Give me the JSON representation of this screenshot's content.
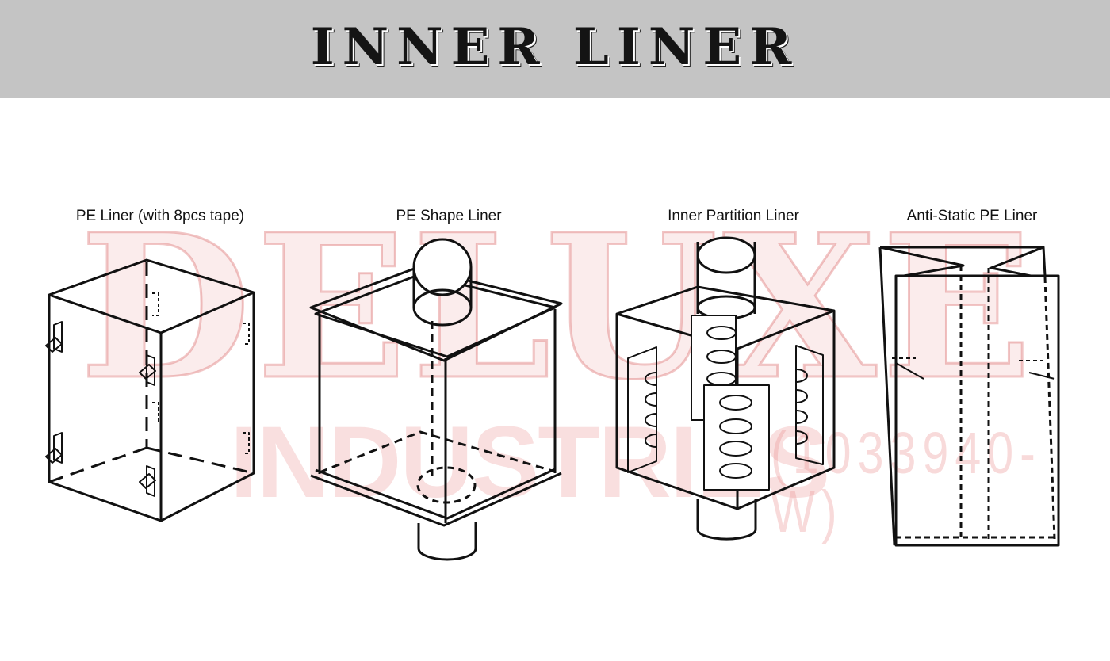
{
  "title": "INNER LINER",
  "labels": [
    "PE Liner (with 8pcs tape)",
    "PE Shape Liner",
    "Inner Partition Liner",
    "Anti-Static PE Liner"
  ],
  "watermark": {
    "line1": "DELUXE",
    "line2": "INDUSTRIES",
    "reg": "(1033940-W)"
  }
}
